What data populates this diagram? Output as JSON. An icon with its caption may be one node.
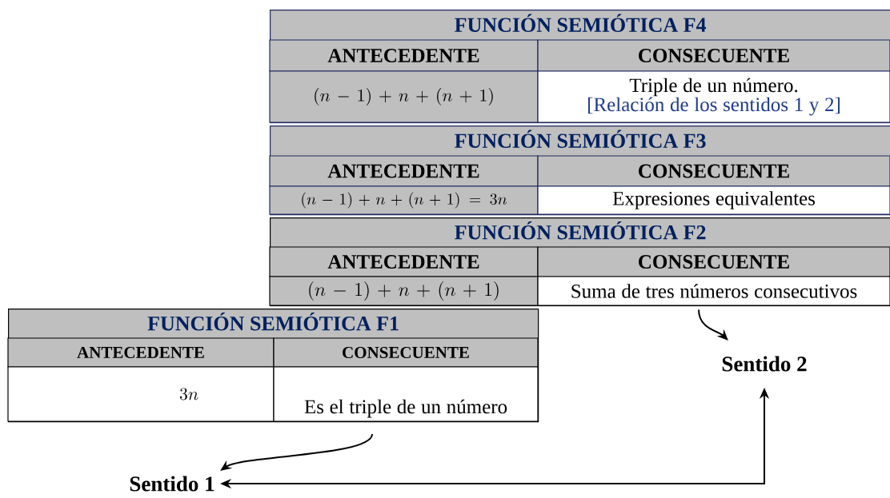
{
  "diagram": {
    "nodes": [
      {
        "text": [
          "FUNCIÓN SEMIÓTICA F4"
        ]
      },
      {
        "text": [
          "ANTECEDENTE"
        ],
        "in": 0
      },
      {
        "text": [
          "CONSECUENTE"
        ],
        "in": 0
      },
      {
        "text": [
          "(n-1)+n+(n+1)"
        ],
        "in": 0
      },
      {
        "text": [
          "Triple de un número.",
          "[Relación de los sentidos 1 y 2]"
        ],
        "in": 0
      },
      {
        "text": [
          "FUNCIÓN SEMIÓTICA F3"
        ]
      },
      {
        "text": [
          "ANTECEDENTE"
        ],
        "in": 5
      },
      {
        "text": [
          "CONSECUENTE"
        ],
        "in": 5
      },
      {
        "text": [
          "(n-1)+n+(n+1)=3n"
        ],
        "in": 5
      },
      {
        "text": [
          "Expresiones equivalentes"
        ],
        "in": 5
      },
      {
        "text": [
          "FUNCIÓN SEMIÓTICA F2"
        ]
      },
      {
        "text": [
          "ANTECEDENTE"
        ],
        "in": 10
      },
      {
        "text": [
          "CONSECUENTE"
        ],
        "in": 10
      },
      {
        "text": [
          "(n-1)+n+(n+1)"
        ],
        "in": 10
      },
      {
        "text": [
          "Suma de tres números consecutivos"
        ],
        "in": 10
      },
      {
        "text": [
          "FUNCIÓN SEMIÓTICA F1"
        ]
      },
      {
        "text": [
          "ANTECEDENTE"
        ],
        "in": 15
      },
      {
        "text": [
          "CONSECUENTE"
        ],
        "in": 15
      },
      {
        "text": [
          "3n"
        ],
        "in": 15
      },
      {
        "text": [
          "Es el triple de un número"
        ],
        "in": 15
      },
      {
        "text": [
          "Sentido 2"
        ]
      },
      {
        "text": [
          "Sentido 1"
        ]
      }
    ],
    "edges": [
      {
        "from": 19,
        "to": 21,
        "arrow": "to"
      },
      {
        "from": 14,
        "to": 20,
        "arrow": "to"
      },
      {
        "from": 21,
        "to": 20,
        "arrow": "both"
      }
    ]
  }
}
